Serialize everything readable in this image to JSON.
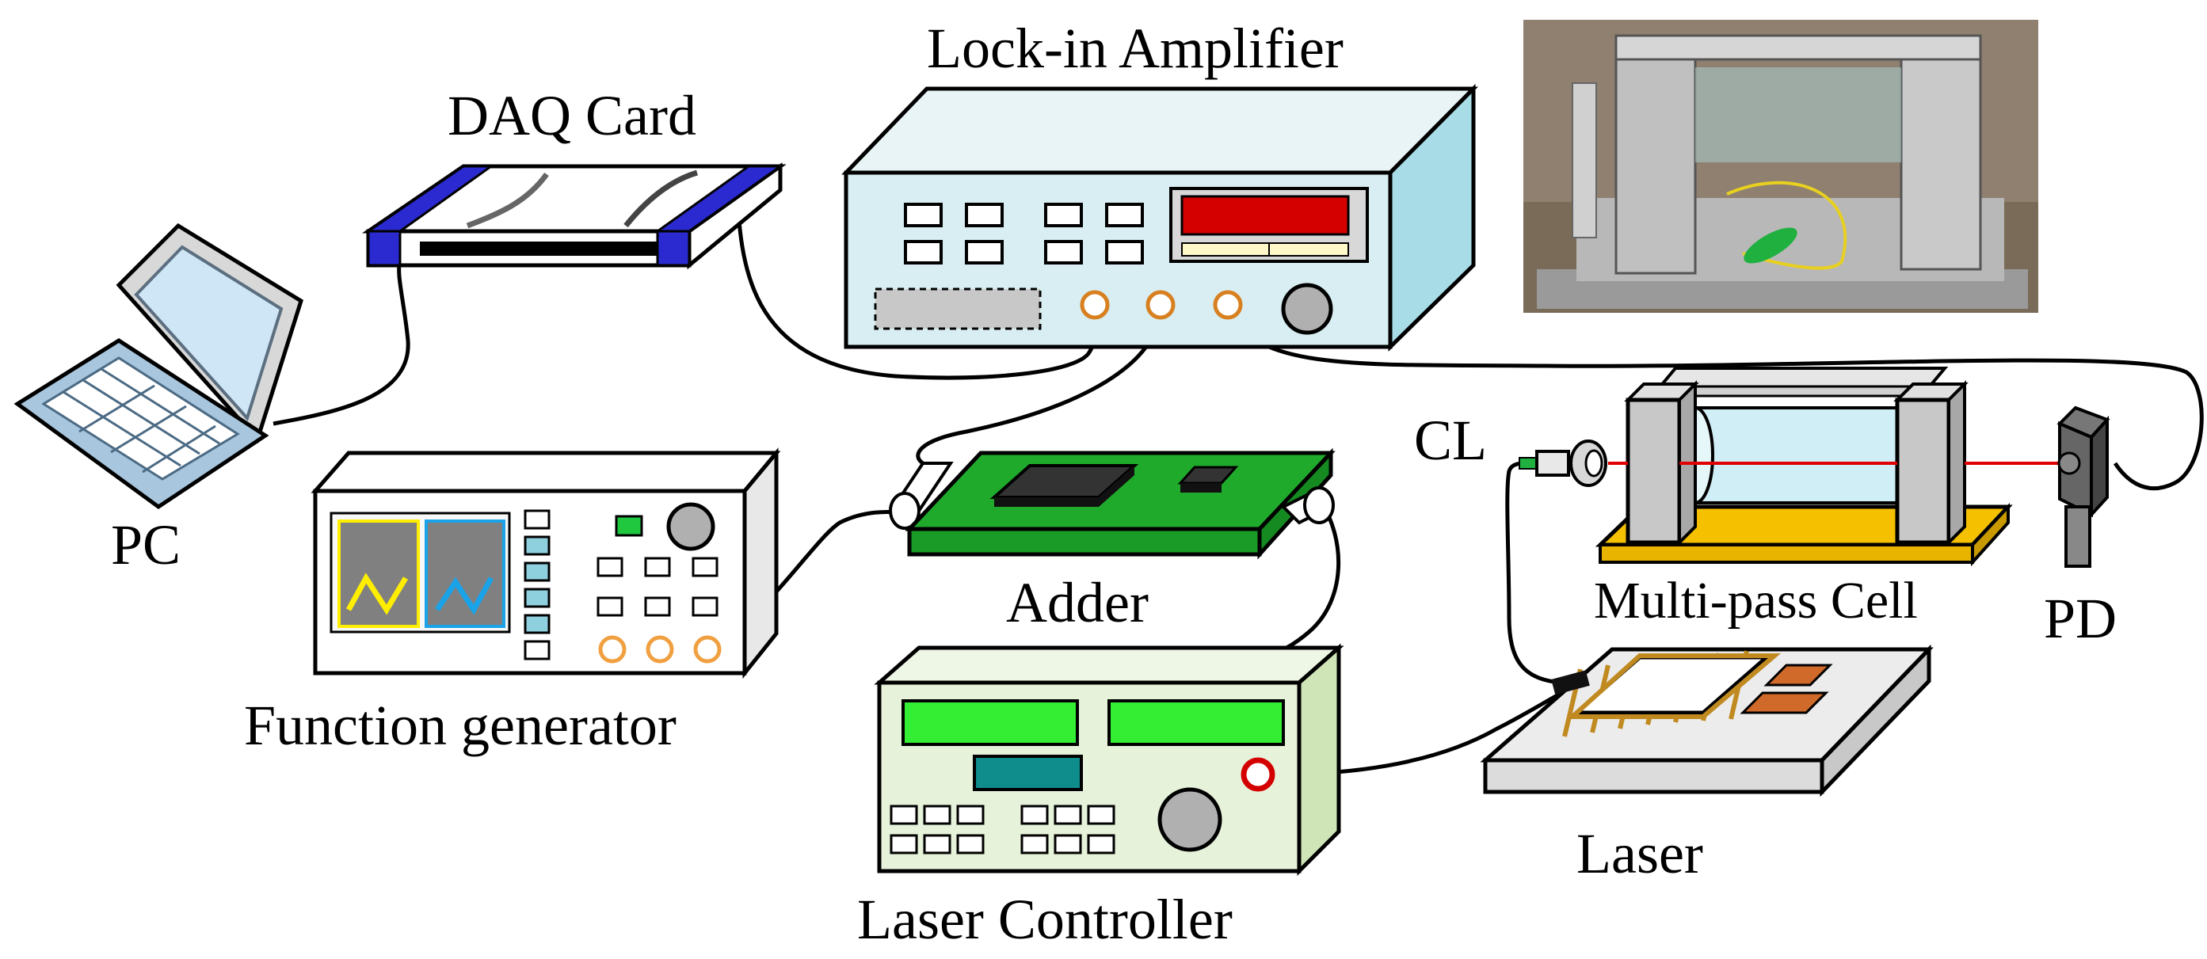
{
  "labels": {
    "pc": "PC",
    "daq_card": "DAQ Card",
    "lock_in_amplifier": "Lock-in Amplifier",
    "function_generator": "Function generator",
    "adder": "Adder",
    "laser_controller": "Laser Controller",
    "laser": "Laser",
    "multi_pass_cell": "Multi-pass Cell",
    "cl": "CL",
    "pd": "PD"
  },
  "colors": {
    "lockin_body": "#d8eef2",
    "lockin_display": "#d40000",
    "daq_accent": "#2a2ad0",
    "fg_body": "#ffffff",
    "fg_screen": "#808080",
    "fg_wave_yellow": "#ffee00",
    "fg_wave_blue": "#1aa3e8",
    "adder_board": "#1faa2c",
    "controller_body": "#e6f2da",
    "controller_display": "#33ee33",
    "controller_sub_display": "#0f8c8c",
    "laser_base": "#e8e8e8",
    "laser_pins": "#c08a20",
    "cell_base": "#f5c000",
    "beam": "#e00000",
    "fiber": "#22aa22",
    "connector_orange": "#f0a040"
  }
}
